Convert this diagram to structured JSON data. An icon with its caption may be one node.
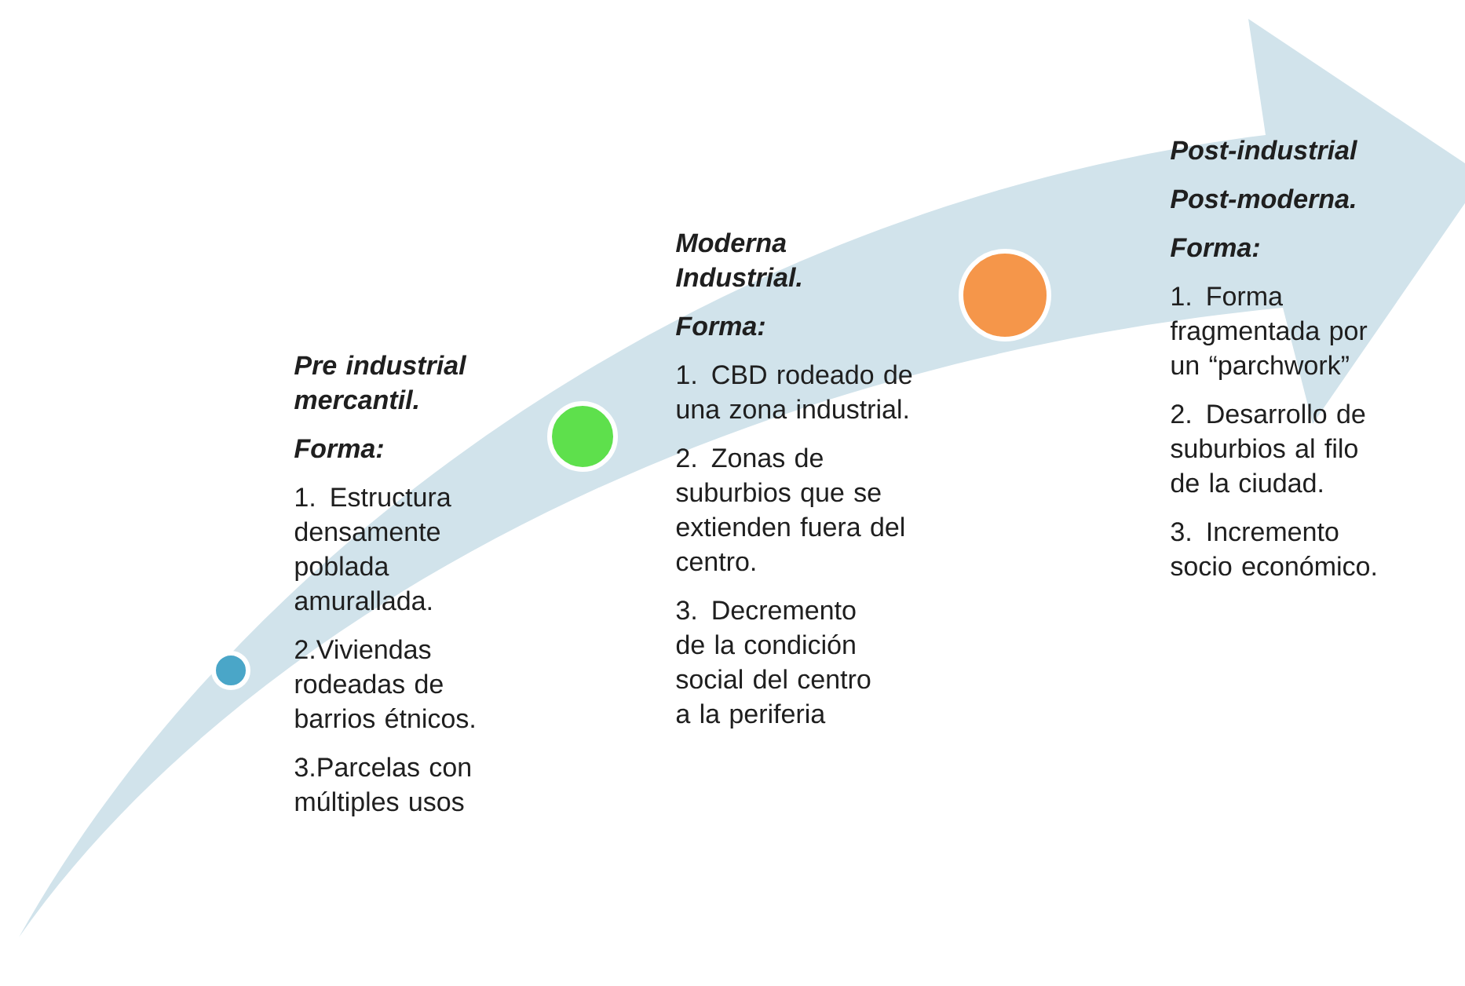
{
  "diagram": {
    "nodes": [
      {
        "text": [],
        "shape": "circle"
      },
      {
        "text": [],
        "shape": "circle"
      },
      {
        "text": [],
        "shape": "circle"
      }
    ],
    "labels": [
      "Pre industrial mercantil.",
      "Forma:",
      "1. Estructura densamente poblada amurallada.",
      "2.Viviendas rodeadas de barrios étnicos.",
      "3.Parcelas con múltiples usos",
      "Moderna Industrial.",
      "Forma:",
      "1. CBD rodeado de una zona industrial.",
      "2. Zonas de suburbios que se extienden fuera del centro.",
      "3. Decremento de la condición social del centro a la periferia",
      "Post-industrial",
      "Post-moderna.",
      "Forma:",
      "1. Forma fragmentada por un “parchwork”",
      "2. Desarrollo de suburbios al filo de la ciudad.",
      "3. Incremento socio económico."
    ]
  }
}
